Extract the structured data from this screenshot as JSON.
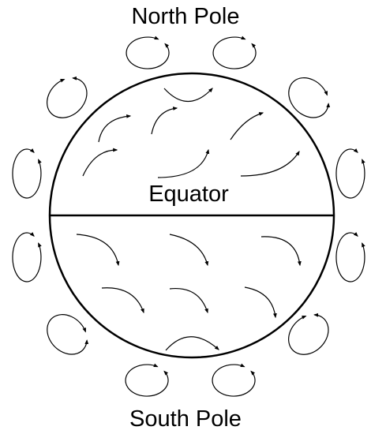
{
  "labels": {
    "north": "North Pole",
    "equator": "Equator",
    "south": "South Pole"
  },
  "colors": {
    "stroke": "#000000",
    "background": "#ffffff"
  }
}
